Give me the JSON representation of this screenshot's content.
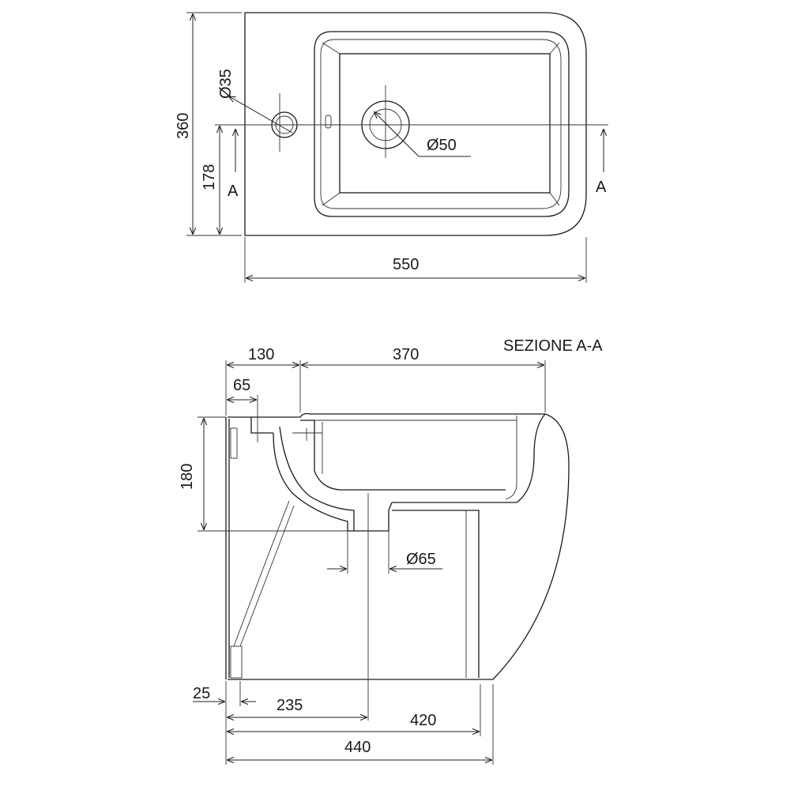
{
  "top_view": {
    "width": "550",
    "depth": "360",
    "hole_offset": "178",
    "tap_hole": "Ø35",
    "drain_hole": "Ø50",
    "section_left": "A",
    "section_right": "A"
  },
  "section_view": {
    "title": "SEZIONE A-A",
    "top_front": "130",
    "top_bowl": "370",
    "tap_offset": "65",
    "height_rim": "180",
    "drain": "Ø65",
    "wall_gap": "25",
    "drain_distance": "235",
    "foot_depth": "420",
    "total_depth": "440"
  },
  "colors": {
    "line": "#1a1a1a",
    "background": "#ffffff"
  }
}
